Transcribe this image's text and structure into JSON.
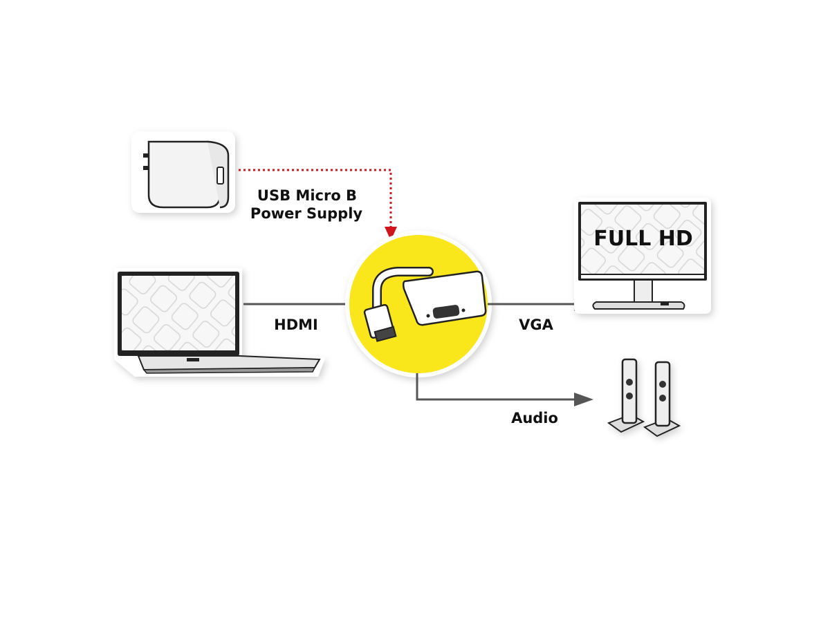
{
  "labels": {
    "power_line1": "USB Micro B",
    "power_line2": "Power Supply",
    "hdmi": "HDMI",
    "vga": "VGA",
    "audio": "Audio",
    "monitor_screen": "FULL HD"
  },
  "colors": {
    "hub_circle": "#f9e71c",
    "power_line": "#d0151b",
    "connector_line": "#555555"
  },
  "icons": [
    "power-adapter-icon",
    "laptop-icon",
    "hdmi-vga-adapter-icon",
    "monitor-icon",
    "speakers-icon"
  ]
}
